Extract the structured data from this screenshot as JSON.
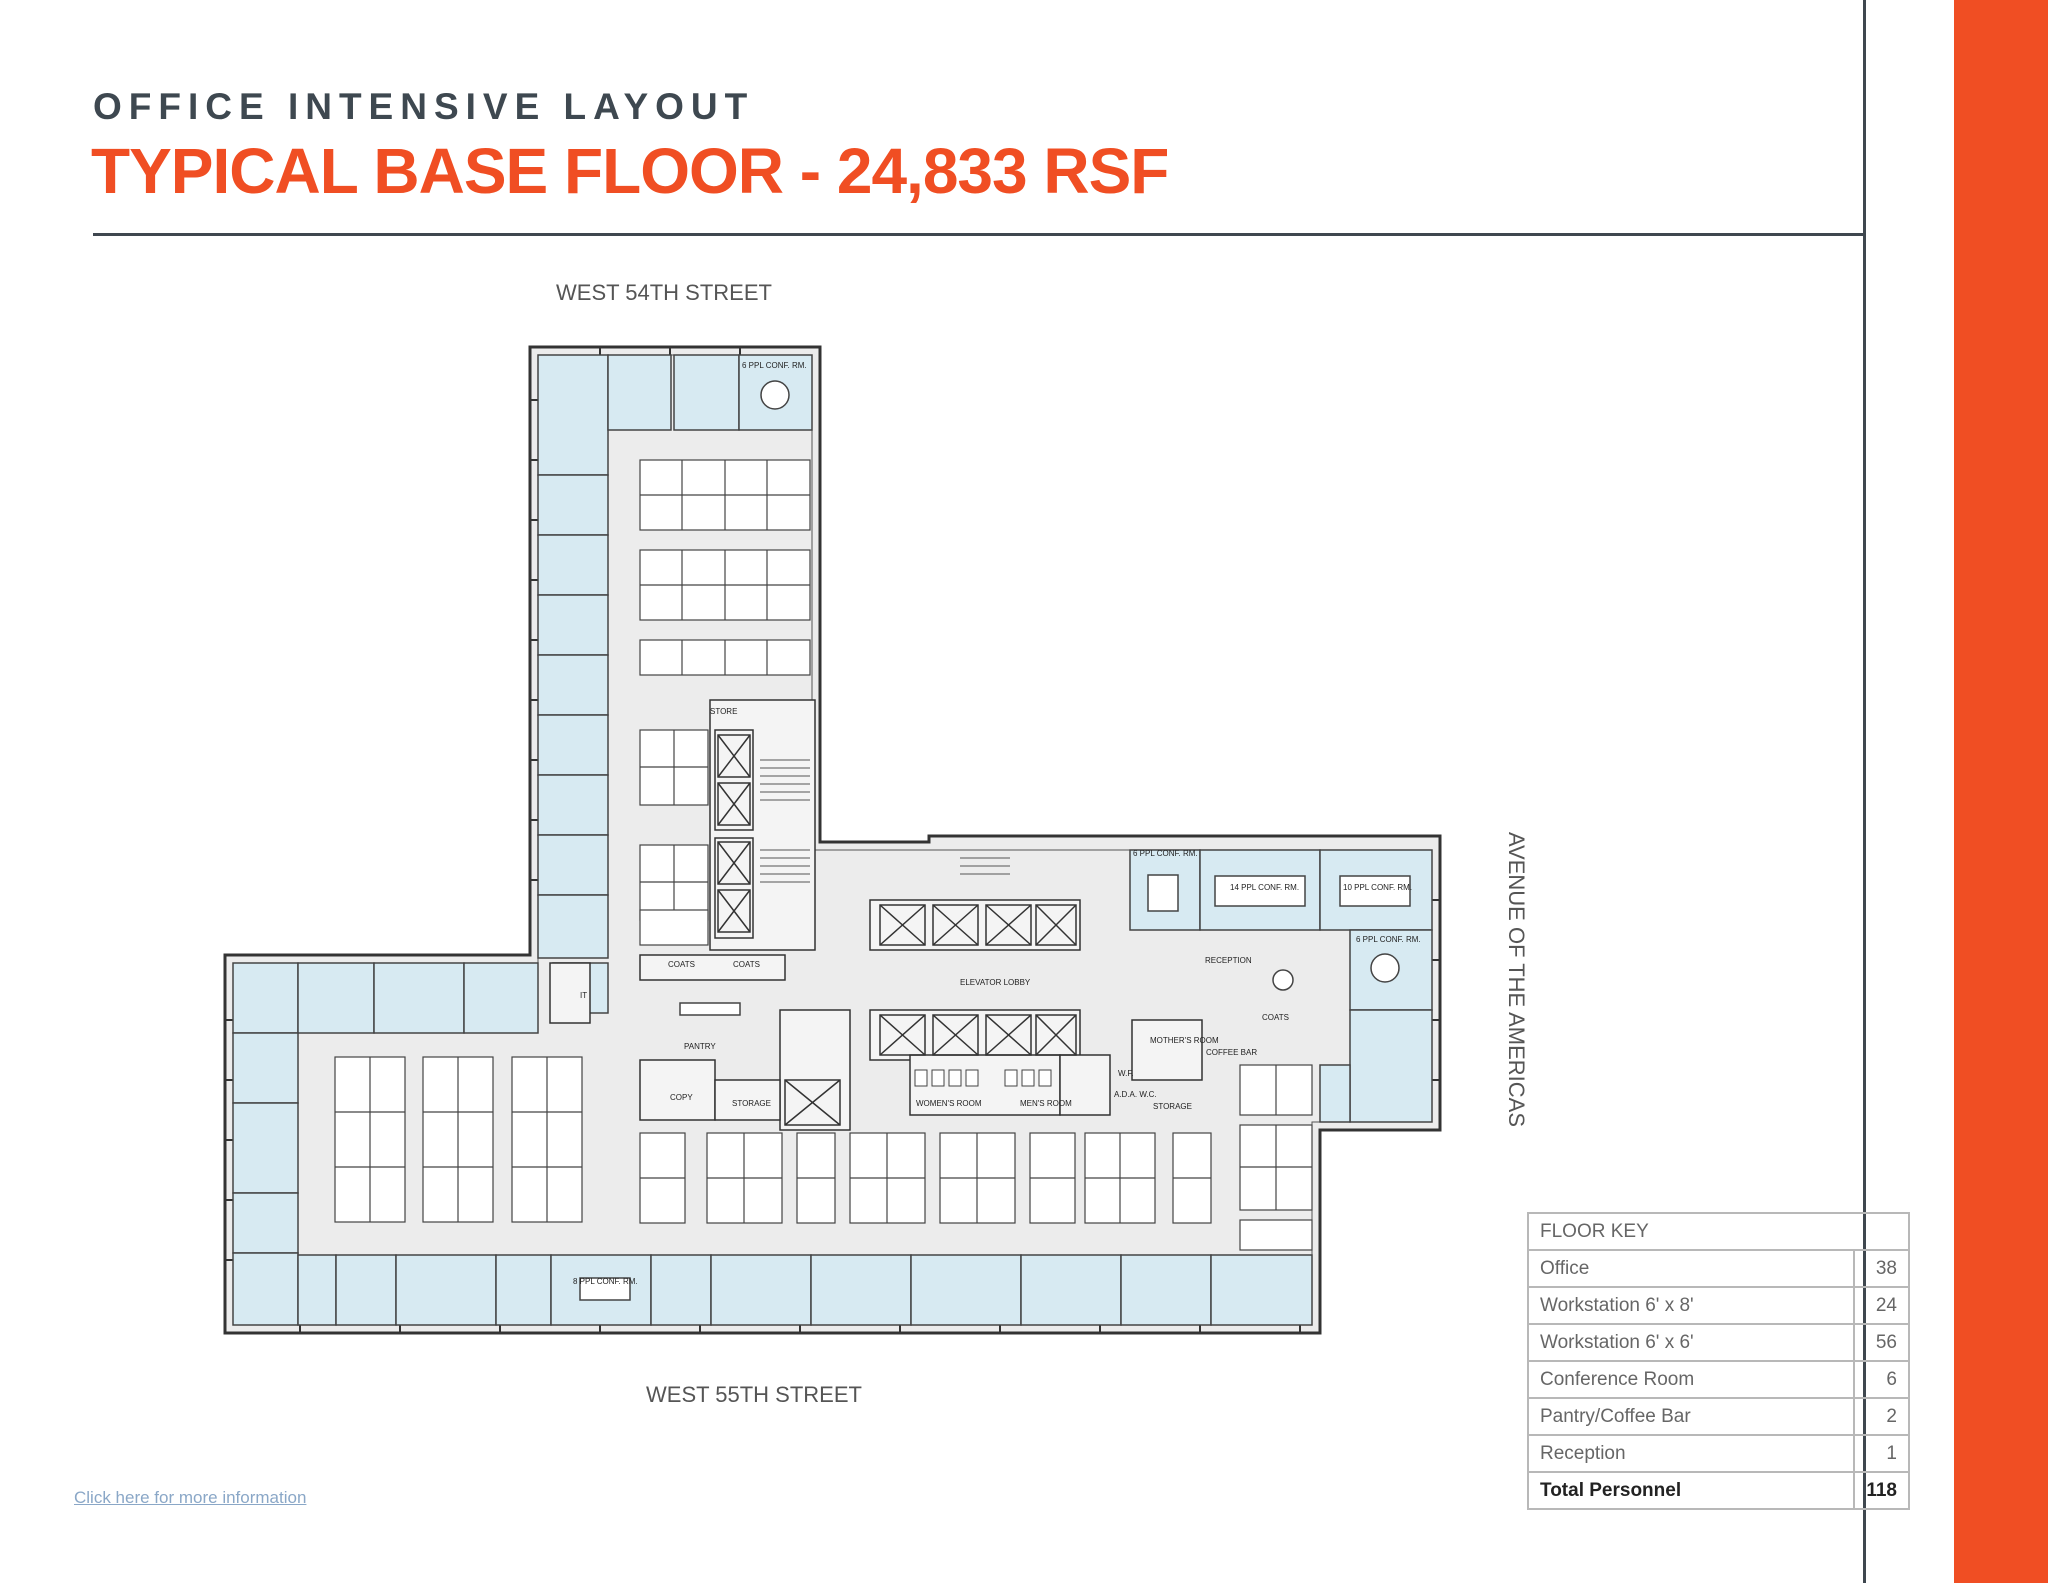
{
  "header": {
    "subtitle": "OFFICE INTENSIVE LAYOUT",
    "title": "TYPICAL BASE FLOOR - 24,833 RSF"
  },
  "streets": {
    "north": "WEST 54TH STREET",
    "south": "WEST 55TH STREET",
    "east": "AVENUE OF THE AMERICAS"
  },
  "plan_labels": {
    "conf_6_a": "6 PPL CONF. RM.",
    "conf_6_b": "6 PPL CONF. RM.",
    "conf_6_c": "6 PPL CONF. RM.",
    "conf_14": "14 PPL CONF. RM.",
    "conf_10": "10 PPL CONF. RM.",
    "conf_8": "8 PPL CONF. RM.",
    "elevator_lobby": "ELEVATOR LOBBY",
    "reception": "RECEPTION",
    "pantry": "PANTRY",
    "coats_1": "COATS",
    "coats_2": "COATS",
    "coats_3": "COATS",
    "copy": "COPY",
    "storage_1": "STORAGE",
    "storage_2": "STORAGE",
    "womens_room": "WOMEN'S ROOM",
    "mens_room": "MEN'S ROOM",
    "mothers_room": "MOTHER'S ROOM",
    "coffee_bar": "COFFEE BAR",
    "it": "IT",
    "store": "STORE",
    "wf": "W.F.",
    "ada_wc": "A.D.A. W.C."
  },
  "floor_key": {
    "heading": "FLOOR KEY",
    "rows": [
      {
        "label": "Office",
        "value": "38"
      },
      {
        "label": "Workstation 6' x 8'",
        "value": "24"
      },
      {
        "label": "Workstation 6' x 6'",
        "value": "56"
      },
      {
        "label": "Conference Room",
        "value": "6"
      },
      {
        "label": "Pantry/Coffee Bar",
        "value": "2"
      },
      {
        "label": "Reception",
        "value": "1"
      }
    ],
    "total_label": "Total Personnel",
    "total_value": "118"
  },
  "link_text": "Click here for more information",
  "colors": {
    "accent": "#f04e23",
    "dark": "#3e4850",
    "office_fill": "#d7eaf2",
    "floor_fill": "#ececec"
  }
}
